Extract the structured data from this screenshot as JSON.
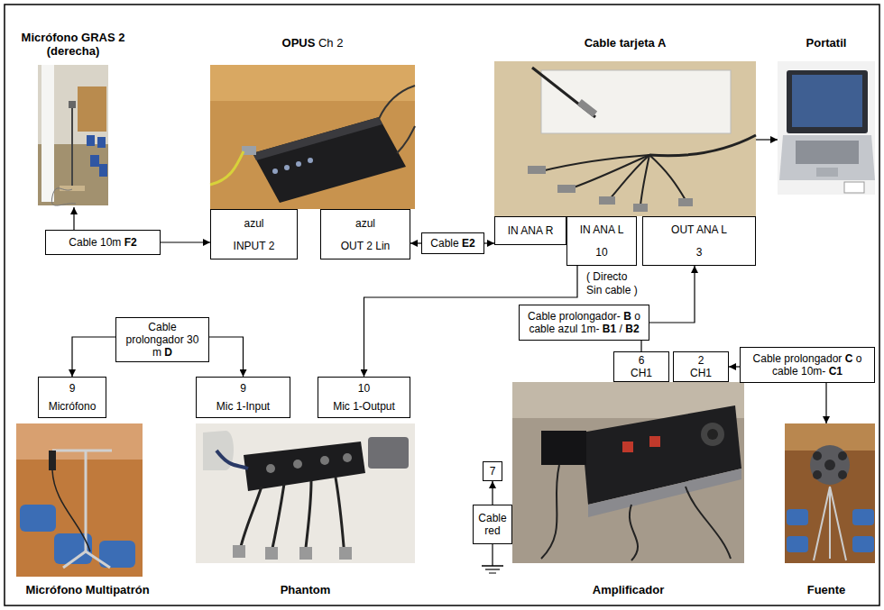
{
  "diagram": {
    "nodes": [
      {
        "text": [
          "Micrófono GRAS 2 (derecha)"
        ]
      },
      {
        "text": [
          "OPUS Ch 2"
        ]
      },
      {
        "text": [
          "Cable tarjeta A"
        ]
      },
      {
        "text": [
          "Portatil"
        ]
      },
      {
        "text": [
          "azul",
          "INPUT 2"
        ]
      },
      {
        "text": [
          "azul",
          "OUT 2 Lin"
        ]
      },
      {
        "text": [
          "IN ANA R"
        ]
      },
      {
        "text": [
          "IN ANA L",
          "10"
        ]
      },
      {
        "text": [
          "OUT ANA L",
          "3"
        ]
      },
      {
        "text": [
          "Cable 10m F2"
        ]
      },
      {
        "text": [
          "Cable E2"
        ]
      },
      {
        "text": [
          "Cable prolongador 30 m D"
        ]
      },
      {
        "text": [
          "Cable prolongador- B o cable azul 1m- B1 / B2"
        ]
      },
      {
        "text": [
          "Cable prolongador C o cable 10m- C1"
        ]
      },
      {
        "text": [
          "6",
          "CH1"
        ]
      },
      {
        "text": [
          "2",
          "CH1"
        ]
      },
      {
        "text": [
          "9",
          "Micrófono"
        ]
      },
      {
        "text": [
          "9",
          "Mic 1-Input"
        ]
      },
      {
        "text": [
          "10",
          "Mic 1-Output"
        ]
      },
      {
        "text": [
          "7"
        ]
      },
      {
        "text": [
          "Cable red"
        ]
      },
      {
        "text": [
          "Micrófono Multipatrón"
        ]
      },
      {
        "text": [
          "Phantom"
        ]
      },
      {
        "text": [
          "Amplificador"
        ]
      },
      {
        "text": [
          "Fuente"
        ]
      }
    ],
    "edges": [
      {
        "from": 9,
        "to": 0,
        "arrow": "to"
      },
      {
        "from": 9,
        "to": 4,
        "arrow": "to"
      },
      {
        "from": 10,
        "to": 5,
        "arrow": "to"
      },
      {
        "from": 10,
        "to": 6,
        "arrow": "to"
      },
      {
        "from": 2,
        "to": 3,
        "arrow": "to"
      },
      {
        "from": 7,
        "to": 18,
        "label": "( Directo Sin cable )",
        "arrow": "to"
      },
      {
        "from": 12,
        "to": 8,
        "arrow": "to"
      },
      {
        "from": 12,
        "to": 14,
        "arrow": "none"
      },
      {
        "from": 13,
        "to": 15,
        "arrow": "to"
      },
      {
        "from": 13,
        "to": 24,
        "arrow": "to"
      },
      {
        "from": 11,
        "to": 16,
        "arrow": "to"
      },
      {
        "from": 11,
        "to": 17,
        "arrow": "to"
      },
      {
        "from": 20,
        "to": 19,
        "arrow": "to"
      }
    ]
  }
}
